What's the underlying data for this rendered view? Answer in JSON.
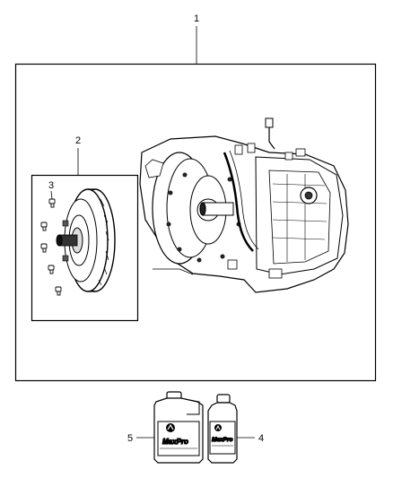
{
  "callouts": {
    "c1": "1",
    "c2": "2",
    "c3": "3",
    "c4": "4",
    "c5": "5"
  },
  "labels": {
    "brand_large": "MaxPro",
    "brand_small": "MaxPro"
  },
  "icons": {
    "logo": "mopar-logo-icon"
  }
}
